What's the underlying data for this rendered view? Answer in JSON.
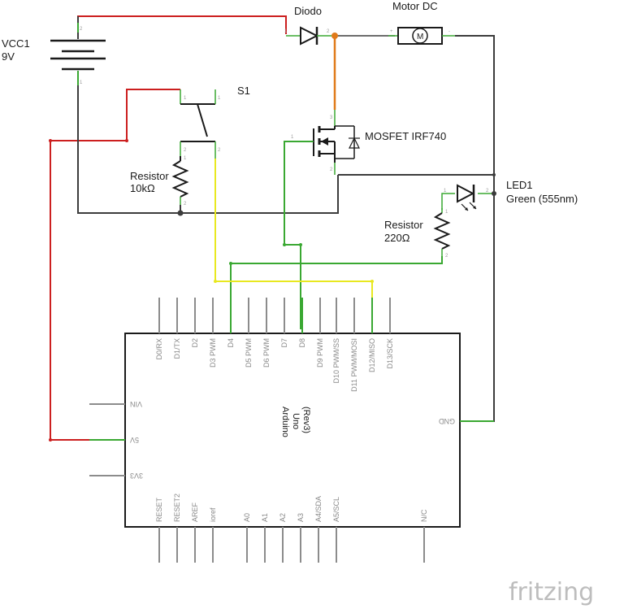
{
  "components": {
    "vcc": {
      "name": "VCC1",
      "value": "9V"
    },
    "diode": {
      "name": "Diodo"
    },
    "motor": {
      "name": "Motor DC",
      "symbol": "M"
    },
    "switch": {
      "name": "S1"
    },
    "mosfet": {
      "name": "MOSFET IRF740"
    },
    "r1": {
      "name": "Resistor",
      "value": "10kΩ"
    },
    "r2": {
      "name": "Resistor",
      "value": "220Ω"
    },
    "led": {
      "name": "LED1",
      "value": "Green (555nm)"
    },
    "arduino": {
      "line1": "Arduino",
      "line2": "Uno",
      "line3": "(Rev3)"
    }
  },
  "arduino_pins": {
    "top": [
      "D0/RX",
      "D1/TX",
      "D2",
      "D3 PWM",
      "D4",
      "D5 PWM",
      "D6 PWM",
      "D7",
      "D8",
      "D9 PWM",
      "D10 PWM/SS",
      "D11 PWM/MOSI",
      "D12/MISO",
      "D13/SCK"
    ],
    "left": [
      "VIN",
      "5V",
      "3V3"
    ],
    "right": [
      "GND"
    ],
    "bottom": [
      "RESET",
      "RESET2",
      "AREF",
      "ioref",
      "A0",
      "A1",
      "A2",
      "A3",
      "A4/SDA",
      "A5/SCL",
      "N/C"
    ]
  },
  "pin_numbers": {
    "one": "1",
    "two": "2",
    "three": "3",
    "plus": "+",
    "minus": "-"
  },
  "watermark": "fritzing",
  "colors": {
    "red_wire": "#cc1f1f",
    "green_wire": "#3aa832",
    "yellow_wire": "#e8e820",
    "orange_wire": "#e07a1a",
    "black_wire": "#3c3c3c",
    "pin_gray": "#8c8c8c"
  }
}
